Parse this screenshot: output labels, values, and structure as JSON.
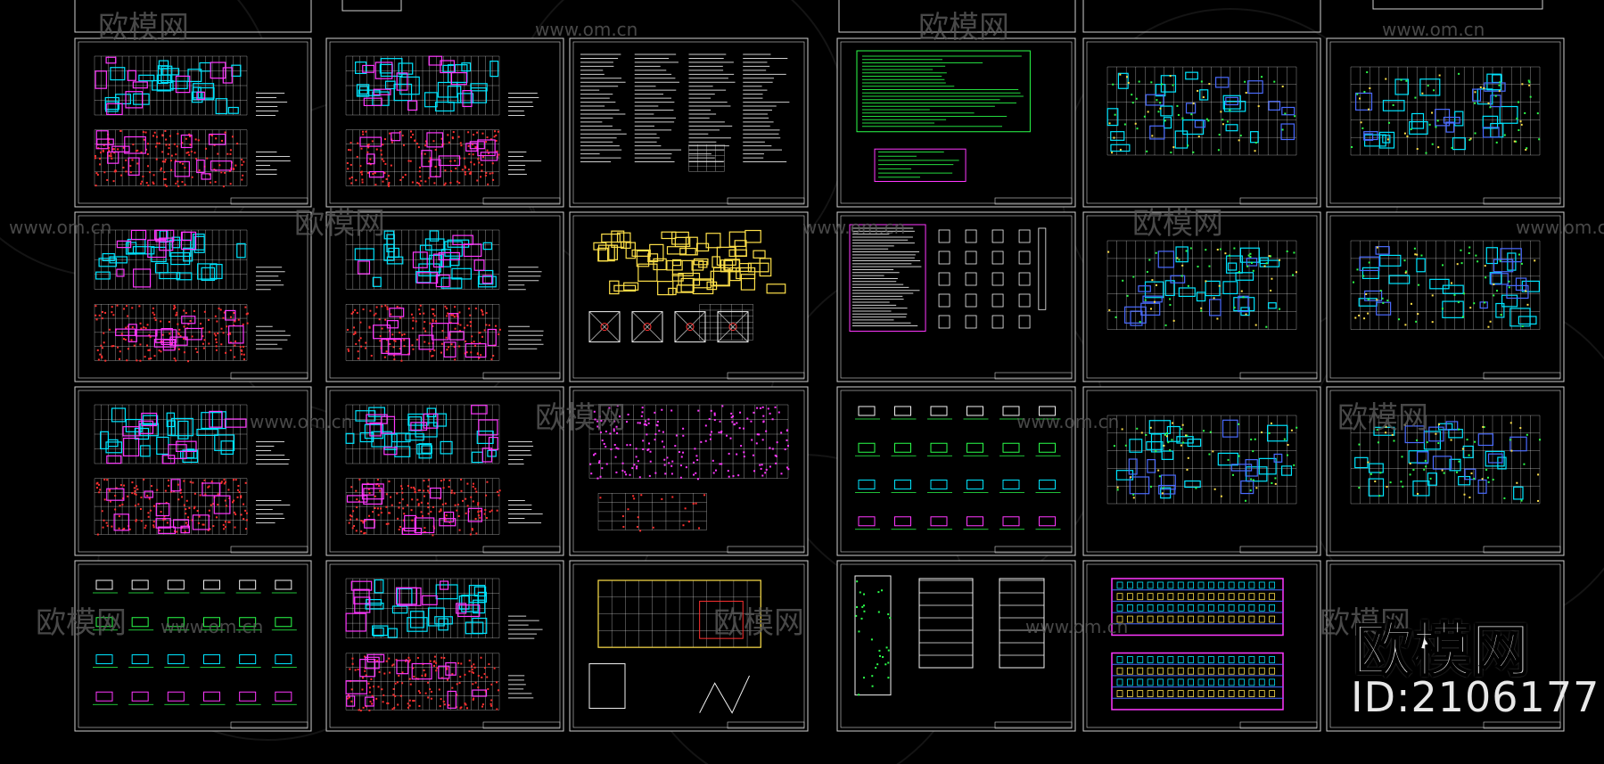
{
  "app": {
    "background_color": "#000000",
    "sheet_frame_color": "#cfcfcf"
  },
  "watermark": {
    "brand_text": "欧模网",
    "site_text": "www.om.cn",
    "color": "#5a5a5a"
  },
  "product_id": {
    "label": "ID:2106177"
  },
  "drawing_colors": {
    "cyan": "#00e5ff",
    "magenta": "#ff38ff",
    "red": "#ff3030",
    "yellow": "#ffe14a",
    "green": "#2bff4a",
    "white": "#f2f2f2",
    "blue": "#4a6bff"
  },
  "sheets": [
    {
      "id": "s-r0-c1",
      "kind": "plan-pair"
    },
    {
      "id": "s-r0-c2",
      "kind": "plan-pair"
    },
    {
      "id": "s-r0-c3",
      "kind": "notes"
    },
    {
      "id": "s-r0-c4",
      "kind": "spec-table"
    },
    {
      "id": "s-r0-c5",
      "kind": "floor-plan"
    },
    {
      "id": "s-r0-c6",
      "kind": "floor-plan"
    },
    {
      "id": "s-r1-c1",
      "kind": "plan-pair"
    },
    {
      "id": "s-r1-c2",
      "kind": "plan-pair"
    },
    {
      "id": "s-r1-c3",
      "kind": "foundation"
    },
    {
      "id": "s-r1-c4",
      "kind": "schedule"
    },
    {
      "id": "s-r1-c5",
      "kind": "floor-plan"
    },
    {
      "id": "s-r1-c6",
      "kind": "floor-plan"
    },
    {
      "id": "s-r2-c1",
      "kind": "plan-pair"
    },
    {
      "id": "s-r2-c2",
      "kind": "plan-pair"
    },
    {
      "id": "s-r2-c3",
      "kind": "foundation"
    },
    {
      "id": "s-r2-c4",
      "kind": "details"
    },
    {
      "id": "s-r2-c5",
      "kind": "floor-plan"
    },
    {
      "id": "s-r2-c6",
      "kind": "floor-plan"
    },
    {
      "id": "s-r3-c1",
      "kind": "details"
    },
    {
      "id": "s-r3-c2",
      "kind": "plan-pair"
    },
    {
      "id": "s-r3-c3",
      "kind": "section"
    },
    {
      "id": "s-r3-c4",
      "kind": "elevation-section"
    },
    {
      "id": "s-r3-c5",
      "kind": "elevation"
    },
    {
      "id": "s-r3-c6",
      "kind": "blank-logo"
    }
  ]
}
